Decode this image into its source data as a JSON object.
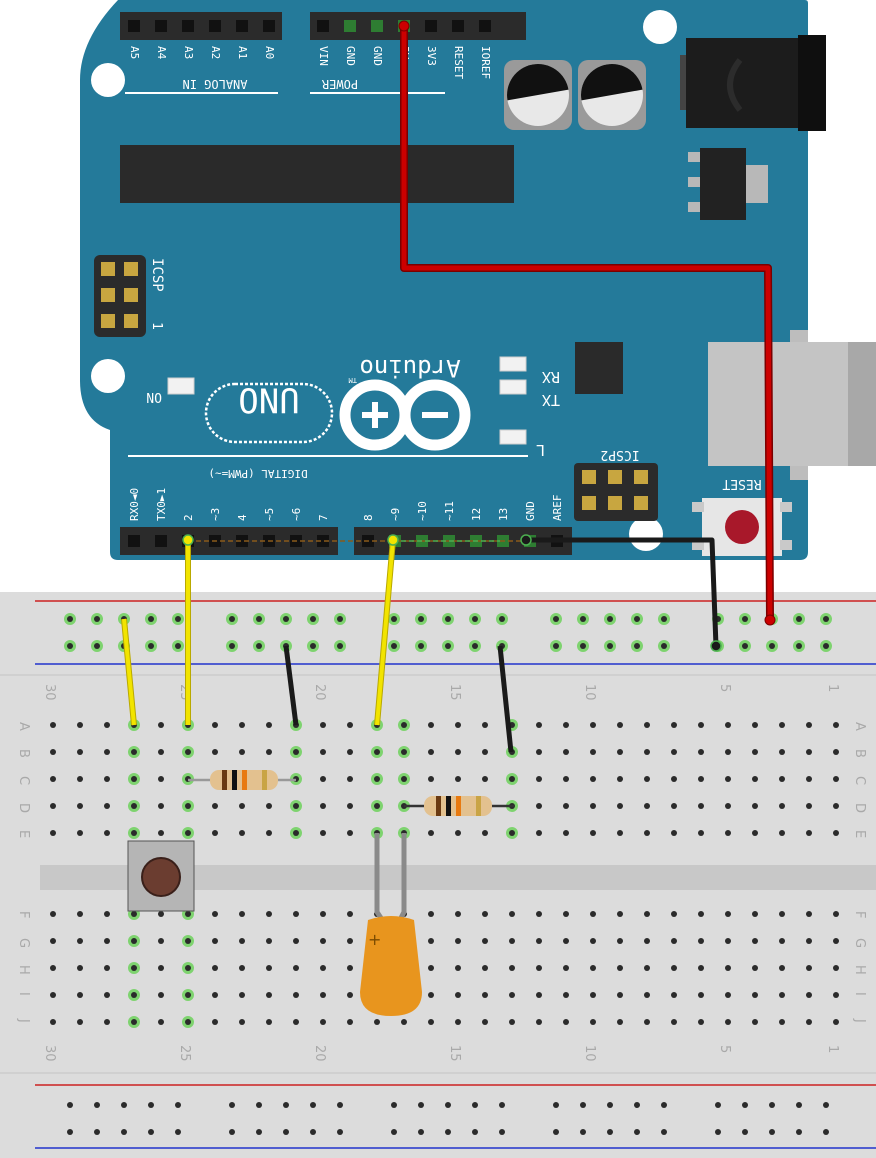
{
  "board": {
    "brand": "Arduino",
    "tm": "TM",
    "model": "UNO",
    "analog_header_label": "ANALOG IN",
    "analog_pins": [
      "A5",
      "A4",
      "A3",
      "A2",
      "A1",
      "A0"
    ],
    "power_header_label": "POWER",
    "power_pins": [
      "VIN",
      "GND",
      "GND",
      "5V",
      "3V3",
      "RESET",
      "IOREF"
    ],
    "digital_header_label": "DIGITAL (PWM=~)",
    "digital_pins_low": [
      "RX0◄0",
      "TX0►1",
      "2",
      "~3",
      "4",
      "~5",
      "~6",
      "7"
    ],
    "digital_pins_high": [
      "8",
      "~9",
      "~10",
      "~11",
      "12",
      "13",
      "GND",
      "AREF"
    ],
    "icsp_label": "ICSP",
    "icsp2_label": "ICSP2",
    "icsp_pin1": "1",
    "on_led_label": "ON",
    "rx_label": "RX",
    "tx_label": "TX",
    "l_label": "L",
    "reset_label": "RESET"
  },
  "breadboard": {
    "row_labels_top": [
      "A",
      "B",
      "C",
      "D",
      "E"
    ],
    "row_labels_bottom": [
      "F",
      "G",
      "H",
      "I",
      "J"
    ],
    "column_numbers": [
      "30",
      "25",
      "20",
      "15",
      "10",
      "5",
      "1"
    ]
  },
  "colors": {
    "board": "#247a9a",
    "breadboard": "#dcdcdc",
    "wire_red": "#cc0000",
    "wire_black": "#1a1a1a",
    "wire_yellow": "#f2e400",
    "capacitor": "#e8951e",
    "rail_red": "#cc2222",
    "rail_blue": "#2233cc",
    "hole_connected": "#7ed36f"
  },
  "capacitor_polarity": "+"
}
